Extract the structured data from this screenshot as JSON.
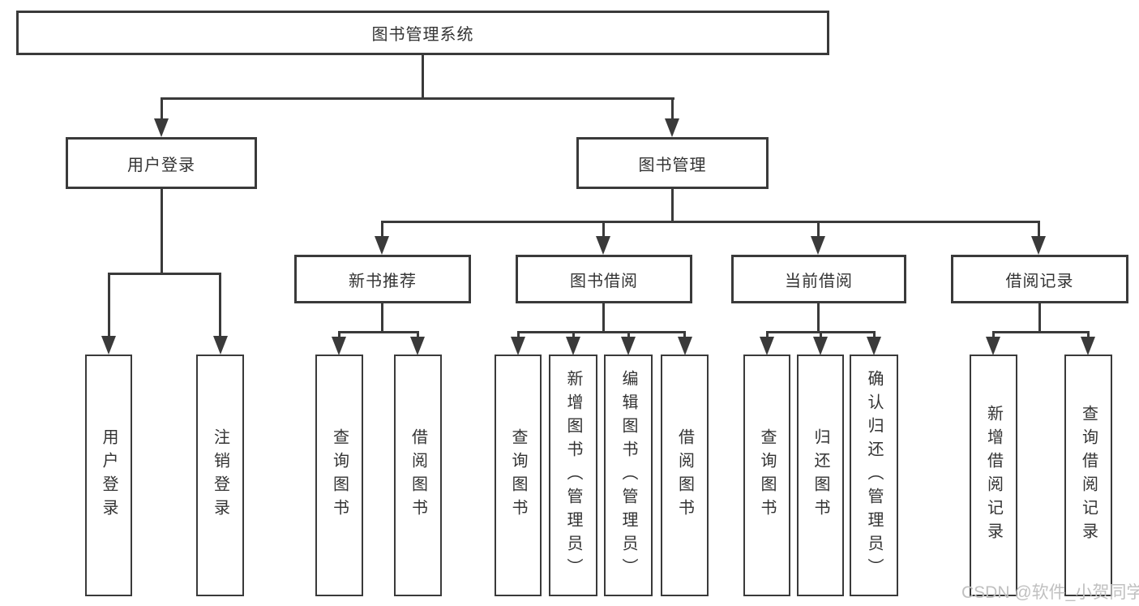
{
  "tree": {
    "label": "图书管理系统",
    "children": [
      {
        "label": "用户登录",
        "children": [
          {
            "label": "用户登录"
          },
          {
            "label": "注销登录"
          }
        ]
      },
      {
        "label": "图书管理",
        "children": [
          {
            "label": "新书推荐",
            "children": [
              {
                "label": "查询图书"
              },
              {
                "label": "借阅图书"
              }
            ]
          },
          {
            "label": "图书借阅",
            "children": [
              {
                "label": "查询图书"
              },
              {
                "label": "新增图书（管理员）"
              },
              {
                "label": "编辑图书（管理员）"
              },
              {
                "label": "借阅图书"
              }
            ]
          },
          {
            "label": "当前借阅",
            "children": [
              {
                "label": "查询图书"
              },
              {
                "label": "归还图书"
              },
              {
                "label": "确认归还（管理员）"
              }
            ]
          },
          {
            "label": "借阅记录",
            "children": [
              {
                "label": "新增借阅记录"
              },
              {
                "label": "查询借阅记录"
              }
            ]
          }
        ]
      }
    ]
  },
  "watermark": "CSDN @软件_小贺同学",
  "colors": {
    "line": "#3a3a3a",
    "text": "#333333",
    "watermark": "#c0c0c0",
    "background": "#ffffff"
  }
}
